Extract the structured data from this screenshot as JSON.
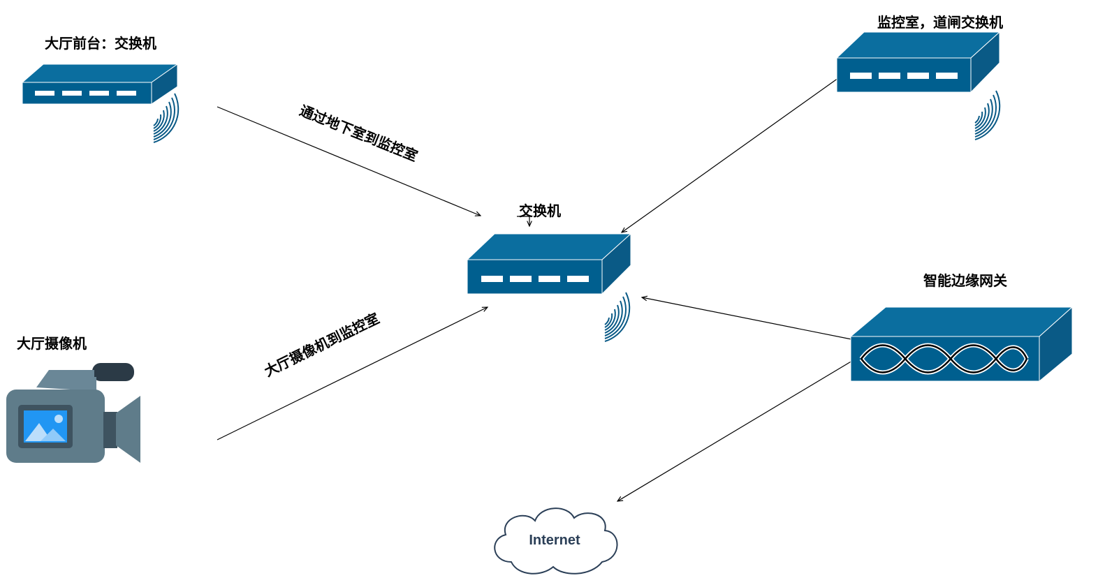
{
  "nodes": {
    "lobby_switch": {
      "label": "大厅前台：交换机"
    },
    "monitor_switch": {
      "label": "监控室，道闸交换机"
    },
    "core_switch": {
      "label": "交换机"
    },
    "edge_gateway": {
      "label": "智能边缘网关"
    },
    "lobby_camera": {
      "label": "大厅摄像机"
    },
    "internet": {
      "label": "Internet"
    }
  },
  "edges": {
    "lobby_to_core": {
      "label": "通过地下室到监控室"
    },
    "camera_to_core": {
      "label": "大厅摄像机到监控室"
    }
  },
  "colors": {
    "device_front": "#005f8f",
    "device_top": "#0b6e9f",
    "device_side": "#0a5a86",
    "camera_body": "#5f7c8a",
    "camera_screen": "#2196f3",
    "line": "#000000"
  },
  "icons": [
    "switch-icon",
    "wireless-icon",
    "gateway-icon",
    "camera-icon",
    "cloud-icon"
  ]
}
